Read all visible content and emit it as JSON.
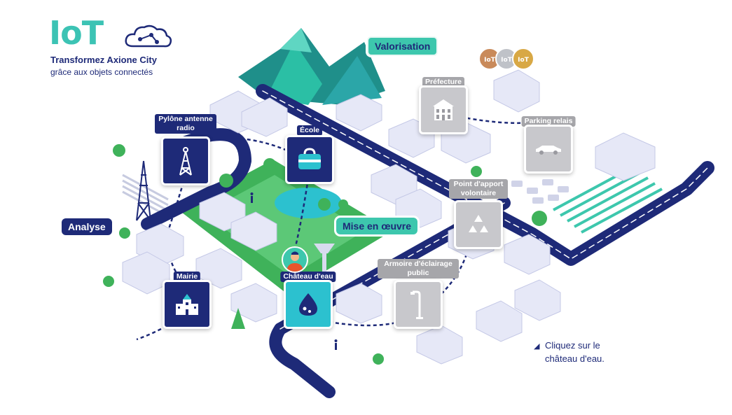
{
  "brand": {
    "logo_text": "IoT",
    "title": "Transformez Axione City",
    "subtitle": "grâce aux objets connectés"
  },
  "tags": {
    "valorisation": "Valorisation",
    "mise_en_oeuvre": "Mise en œuvre",
    "analyse": "Analyse"
  },
  "medals": {
    "label": "IoT"
  },
  "locations": {
    "pylone": "Pylône antenne radio",
    "ecole": "École",
    "prefecture": "Préfecture",
    "parking": "Parking relais",
    "point_apport": "Point d'apport volontaire",
    "mairie": "Mairie",
    "chateau": "Château d'eau",
    "armoire": "Armoire d'éclairage public"
  },
  "hint": {
    "line1": "Cliquez sur le",
    "line2": "château d'eau."
  },
  "colors": {
    "navy": "#1e2a78",
    "teal": "#3dc7ad",
    "water": "#2cc1cf",
    "grass": "#3fb25a",
    "grey": "#c8c8cc"
  }
}
